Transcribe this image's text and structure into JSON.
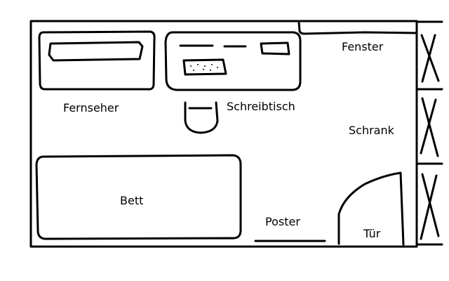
{
  "labels": {
    "tv": "Fernseher",
    "desk": "Schreibtisch",
    "window": "Fenster",
    "wardrobe": "Schrank",
    "bed": "Bett",
    "poster": "Poster",
    "door": "Tür"
  },
  "colors": {
    "ink": "#000000",
    "background": "#ffffff"
  }
}
